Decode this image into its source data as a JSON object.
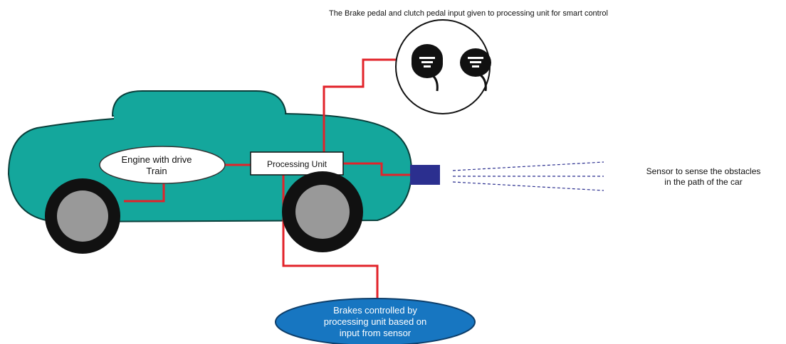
{
  "caption_top": "The Brake pedal and clutch pedal input given to processing unit for smart control",
  "engine_label": {
    "line1": "Engine with drive",
    "line2": "Train"
  },
  "processing_unit_label": "Processing Unit",
  "sensor_label": {
    "line1": "Sensor to sense the obstacles",
    "line2": "in the path of the car"
  },
  "brakes_label": {
    "line1": "Brakes controlled by",
    "line2": "processing unit based on",
    "line3": "input from sensor"
  },
  "colors": {
    "car_body": "#14a79c",
    "wire": "#e2232a",
    "sensor": "#2b2f8f",
    "beam": "#2b2f8f",
    "brakes_fill": "#1776c1",
    "wheel_tire": "#111111",
    "wheel_hub": "#999999"
  },
  "icons": {
    "pedal": "pedal-icon"
  }
}
